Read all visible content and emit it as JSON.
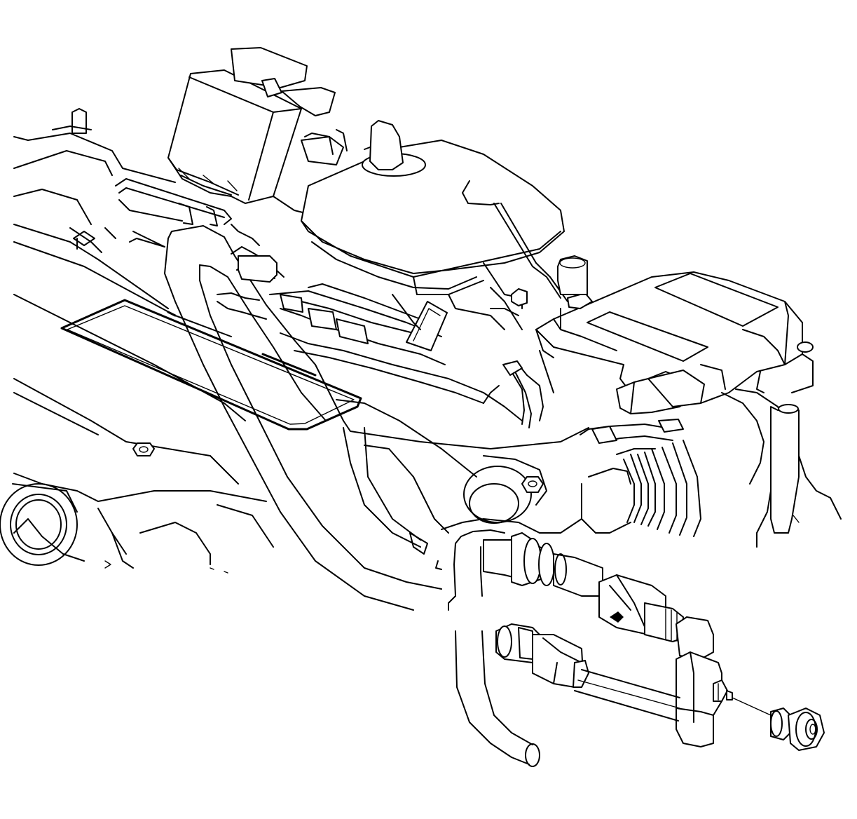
{
  "colors": {
    "background": "#ffffff",
    "line": "#000000"
  },
  "components": [
    {
      "id": "engine-cover",
      "icon": "engine-cover-icon"
    },
    {
      "id": "coolant-reservoir",
      "icon": "reservoir-icon"
    },
    {
      "id": "relay-module",
      "icon": "module-icon"
    },
    {
      "id": "electronic-control-module",
      "icon": "module-icon"
    },
    {
      "id": "heater-hose",
      "icon": "hose-icon"
    },
    {
      "id": "fuel-lines",
      "icon": "fuel-line-icon"
    },
    {
      "id": "throttle-body-duct",
      "icon": "duct-icon"
    },
    {
      "id": "line-fitting",
      "icon": "fitting-icon"
    },
    {
      "id": "tee-connector",
      "icon": "connector-icon"
    },
    {
      "id": "bleeder-valve",
      "icon": "valve-icon"
    },
    {
      "id": "flange-nut",
      "icon": "nut-icon"
    }
  ]
}
